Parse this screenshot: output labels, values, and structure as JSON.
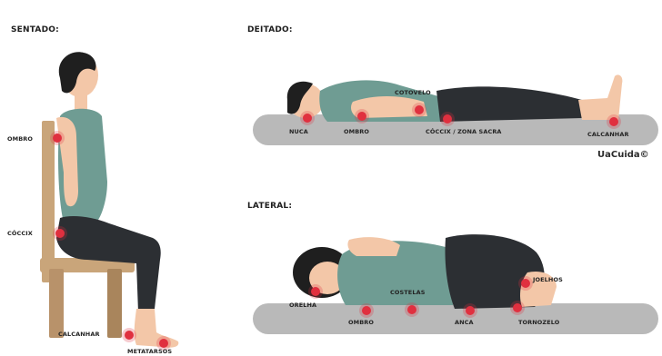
{
  "sections": {
    "seated": "SENTADO:",
    "lying": "DEITADO:",
    "lateral": "LATERAL:"
  },
  "brand": "UaCuida©",
  "labels": {
    "seated": {
      "ombro": "OMBRO",
      "coccix": "CÓCCIX",
      "calcanhar": "CALCANHAR",
      "metatarsos": "METATARSOS"
    },
    "lying": {
      "nuca": "NUCA",
      "ombro": "OMBRO",
      "cotovelo": "COTOVELO",
      "coccix": "CÓCCIX / ZONA SACRA",
      "calcanhar": "CALCANHAR"
    },
    "lateral": {
      "orelha": "ORELHA",
      "ombro": "OMBRO",
      "costelas": "COSTELAS",
      "anca": "ANCA",
      "joelhos": "JOELHOS",
      "tornozelo": "TORNOZELO"
    }
  },
  "colors": {
    "skin": "#f3c7a8",
    "hair": "#1f1f1f",
    "shirt": "#6f9c93",
    "pants": "#2c2f33",
    "mattress": "#b9b9b9",
    "chair": "#c9a57a",
    "chair_dark": "#a9855c",
    "pressure": "#e0303f"
  }
}
